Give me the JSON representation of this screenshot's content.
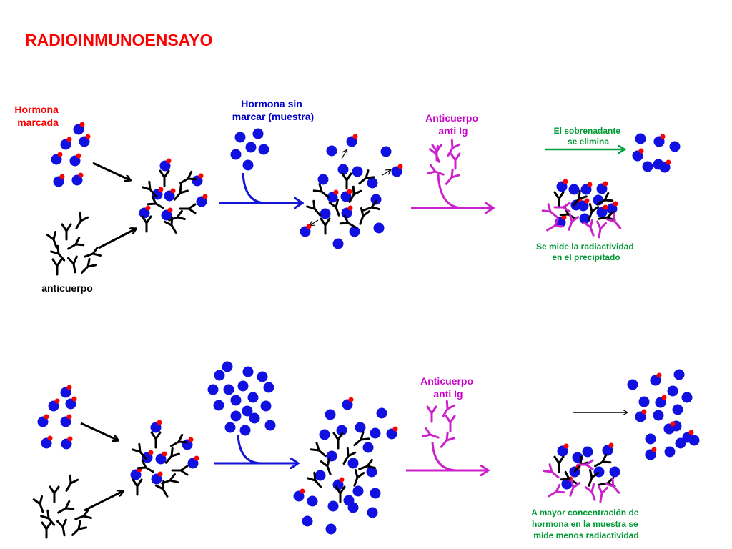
{
  "title": "RADIOINMUNOENSAYO",
  "colors": {
    "title": "#ff0000",
    "labeled_hormone_label": "#ff0000",
    "sample_label": "#0000cc",
    "anti_ig_label": "#cc00cc",
    "removed_label": "#009933",
    "result_label": "#009933",
    "hormone": "#1010e0",
    "radiolabel": "#ff0000",
    "antibody": "#000000",
    "anti_ig": "#cc22cc"
  },
  "icons": [
    "labeled-hormone-icon",
    "hormone-icon",
    "antibody-icon",
    "anti-ig-antibody-icon",
    "arrow-icon"
  ],
  "top": {
    "labeled_hormone": [
      "Hormona",
      "marcada"
    ],
    "antibody": "anticuerpo",
    "sample": [
      "Hormona sin",
      "marcar (muestra)"
    ],
    "anti_ig": [
      "Anticuerpo",
      "anti Ig"
    ],
    "supernatant": [
      "El sobrenadante",
      "se elimina"
    ],
    "measure": [
      "Se mide la radiactividad",
      "en el precipitado"
    ]
  },
  "bottom": {
    "anti_ig": [
      "Anticuerpo",
      "anti Ig"
    ],
    "conclusion": [
      "A mayor concentración de",
      "hormona en la muestra se",
      "mide menos radiactividad"
    ]
  }
}
